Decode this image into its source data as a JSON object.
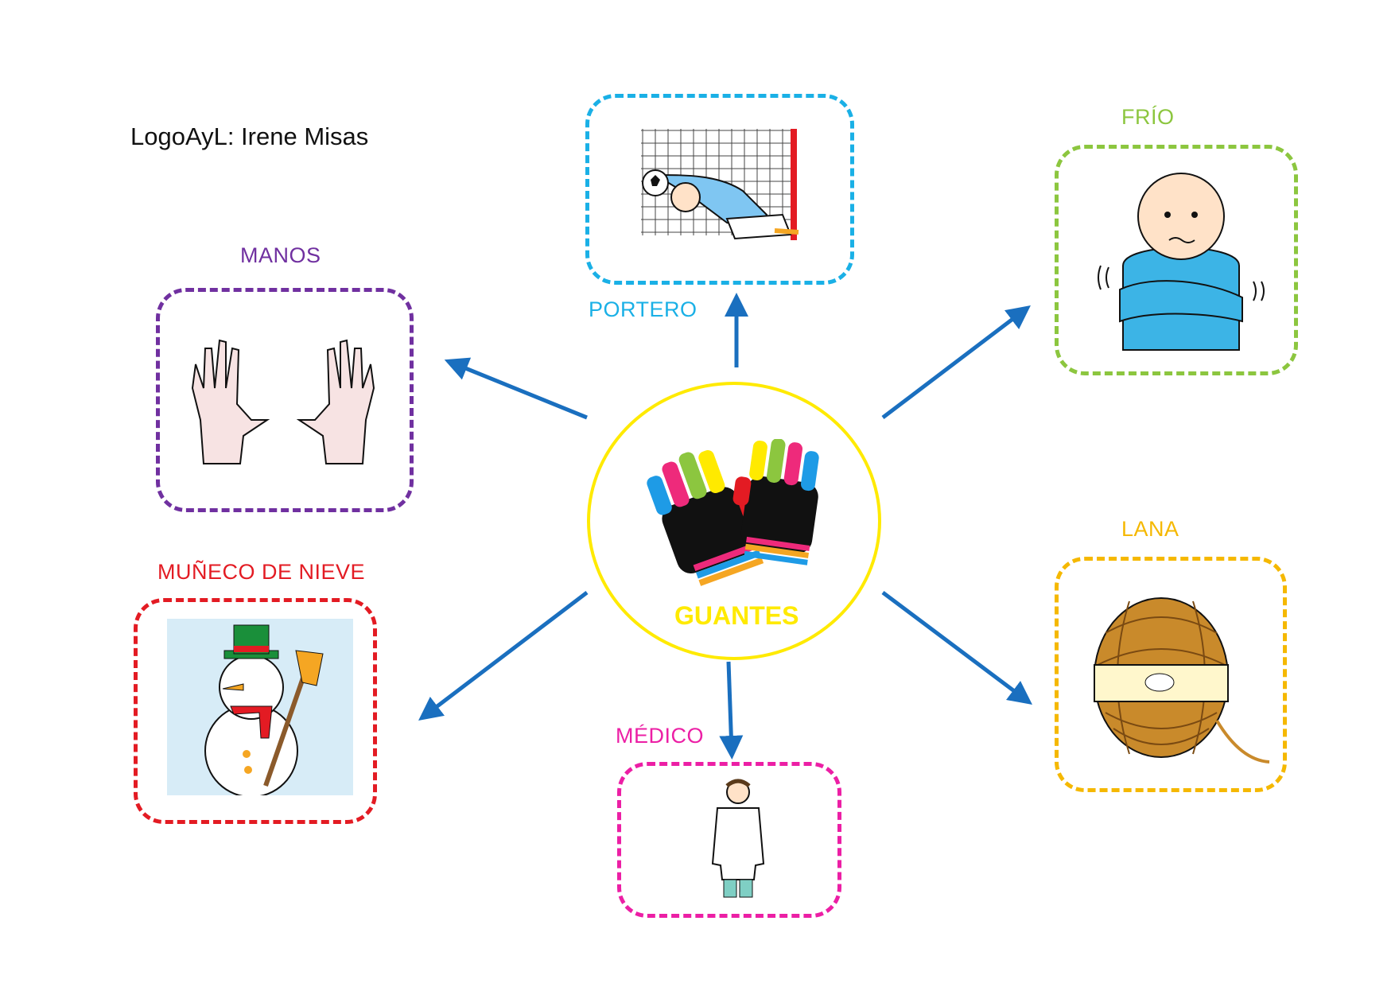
{
  "author": "LogoAyL: Irene Misas",
  "center": {
    "label": "GUANTES",
    "color": "#ffea00"
  },
  "arrow_color": "#1a6fbf",
  "nodes": {
    "manos": {
      "label": "MANOS",
      "color": "#7030a0"
    },
    "portero": {
      "label": "PORTERO",
      "color": "#1ab0e6"
    },
    "frio": {
      "label": "FRÍO",
      "color": "#8cc63f"
    },
    "muneco": {
      "label": "MUÑECO DE NIEVE",
      "color": "#e31b23"
    },
    "medico": {
      "label": "MÉDICO",
      "color": "#ec1fa5"
    },
    "lana": {
      "label": "LANA",
      "color": "#f5b800"
    }
  }
}
